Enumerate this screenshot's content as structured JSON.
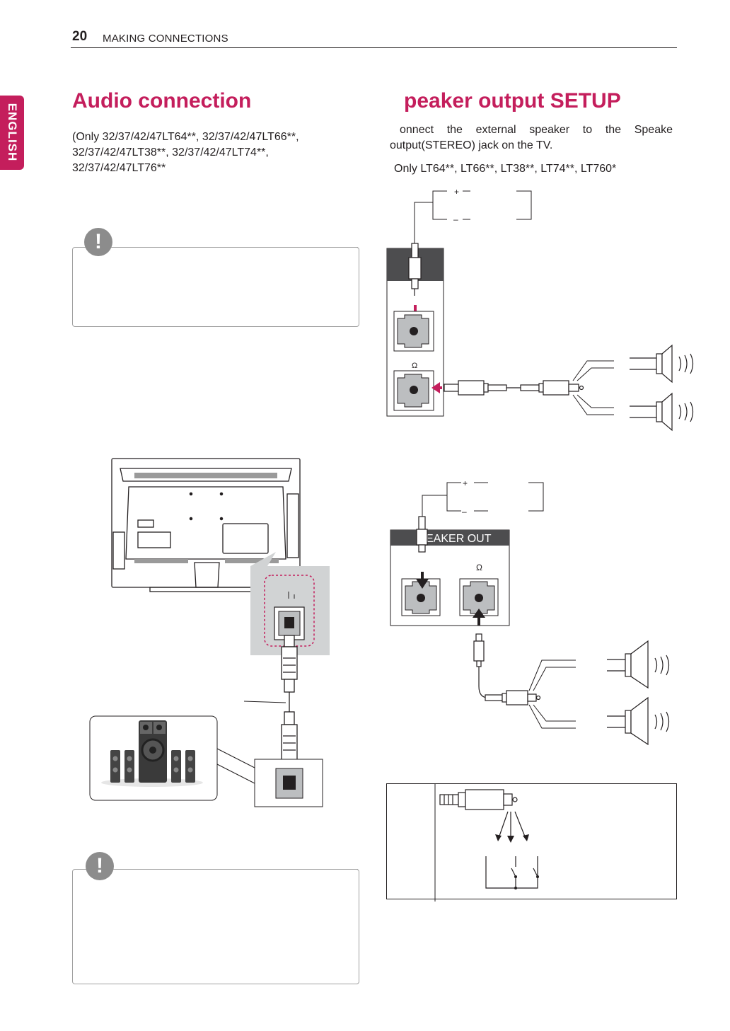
{
  "header": {
    "page_number": "20",
    "section_title": "MAKING CONNECTIONS"
  },
  "language_tab": "ENGLISH",
  "left": {
    "title": "Audio connection",
    "models_lines": [
      "(Only 32/37/42/47LT64**, 32/37/42/47LT66**,",
      "32/37/42/47LT38**, 32/37/42/47LT74**,",
      "32/37/42/47LT76**"
    ],
    "note_icon": "!",
    "note2_icon": "!"
  },
  "right": {
    "title": "peaker output SETUP",
    "intro_lines": [
      "onnect the external speaker to the Speake",
      "output(STEREO) jack on the TV."
    ],
    "models_line": "Only LT64**, LT66**, LT38**, LT74**, LT760*",
    "speaker_out_label": "EAKER OUT",
    "ohm_symbol": "Ω",
    "plus_symbol": "+",
    "minus_symbol": "–"
  },
  "icons": {
    "note": "exclamation-icon",
    "speaker": "speaker-icon",
    "tv": "tv-rear-icon",
    "home_theater": "home-theater-icon"
  },
  "colors": {
    "accent": "#c41e5c",
    "dark_panel": "#4d4d4f",
    "port_gray": "#bcbec0"
  }
}
